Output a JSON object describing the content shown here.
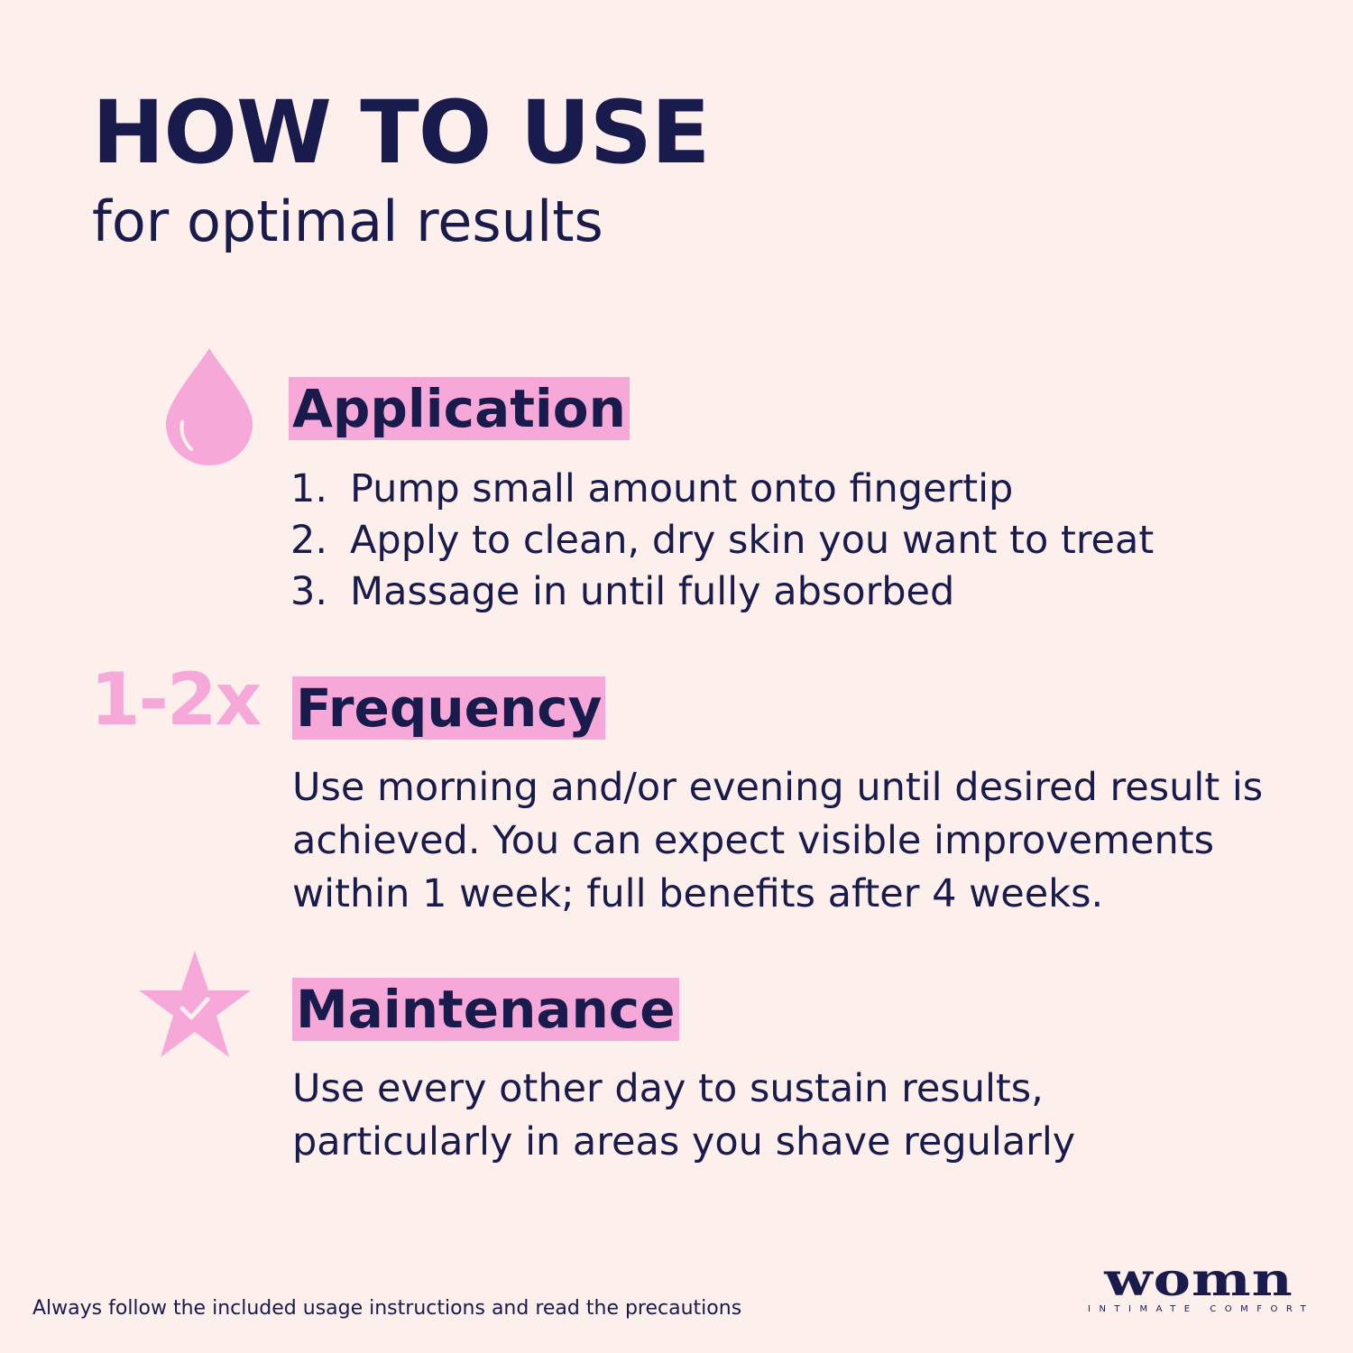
{
  "header": {
    "title": "HOW TO USE",
    "subtitle": "for optimal results"
  },
  "sections": {
    "application": {
      "icon": "droplet-icon",
      "heading": "Application",
      "steps": [
        {
          "num": "1.",
          "text": "Pump small amount onto fingertip"
        },
        {
          "num": "2.",
          "text": "Apply to clean, dry skin you want to treat"
        },
        {
          "num": "3.",
          "text": "Massage in until fully absorbed"
        }
      ]
    },
    "frequency": {
      "badge": "1-2x",
      "heading": "Frequency",
      "text": "Use morning and/or evening until desired result is achieved. You can expect visible improvements within 1 week; full benefits after 4 weeks."
    },
    "maintenance": {
      "icon": "star-check-icon",
      "heading": "Maintenance",
      "text": "Use every other day to sustain results, particularly in areas you shave regularly"
    }
  },
  "footer": {
    "note": "Always follow the included usage instructions and read the precautions"
  },
  "brand": {
    "name": "womn",
    "tagline": "INTIMATE COMFORT"
  },
  "colors": {
    "background": "#fcefec",
    "navy": "#181b4b",
    "pink": "#f6a8d8"
  }
}
